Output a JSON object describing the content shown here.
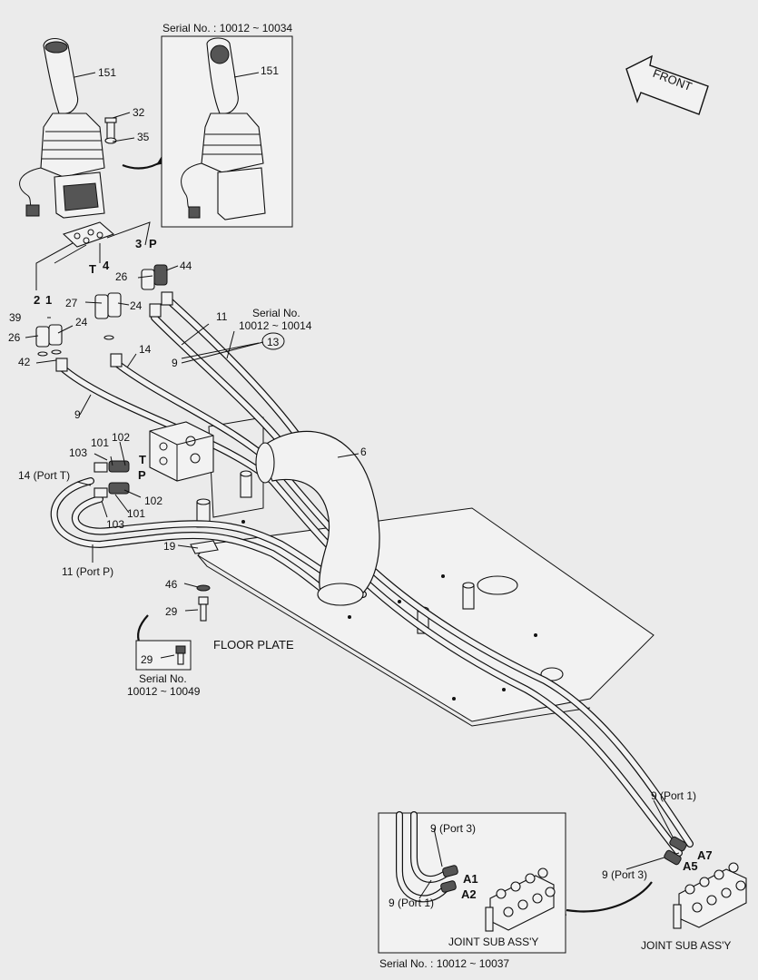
{
  "inset_top": {
    "serial": "Serial No. : 10012 ~ 10034",
    "part": "151"
  },
  "inset_bottom_left": {
    "part": "29",
    "serial_line1": "Serial No.",
    "serial_line2": "10012 ~ 10049"
  },
  "inset_bottom_right": {
    "serial": "Serial No. : 10012 ~ 10037",
    "port3": "9 (Port 3)",
    "port1": "9 (Port 1)",
    "a1": "A1",
    "a2": "A2",
    "joint": "JOINT SUB ASS'Y"
  },
  "front_label": "FRONT",
  "floor_plate": "FLOOR PLATE",
  "serial_note": {
    "line1": "Serial No.",
    "line2": "10012 ~ 10014",
    "circled": "13"
  },
  "main_labels": {
    "p151": "151",
    "p32": "32",
    "p35": "35",
    "port3": "3",
    "portP": "P",
    "p44": "44",
    "p26a": "26",
    "portT": "T",
    "port4": "4",
    "p27": "27",
    "p24a": "24",
    "port2": "2",
    "port1": "1",
    "p39": "39",
    "p24b": "24",
    "p26b": "26",
    "p42": "42",
    "p14": "14",
    "p9a": "9",
    "p11": "11",
    "p9b": "9",
    "p102a": "102",
    "p101a": "101",
    "p103a": "103",
    "portT2": "T",
    "portP2": "P",
    "p102b": "102",
    "p101b": "101",
    "p103b": "103",
    "p14portT": "14 (Port T)",
    "p11portP": "11 (Port P)",
    "p6": "6",
    "p19": "19",
    "p46": "46",
    "p29": "29",
    "port1r": "9 (Port 1)",
    "port3r": "9 (Port 3)",
    "a7": "A7",
    "a5": "A5",
    "joint": "JOINT SUB ASS'Y"
  }
}
